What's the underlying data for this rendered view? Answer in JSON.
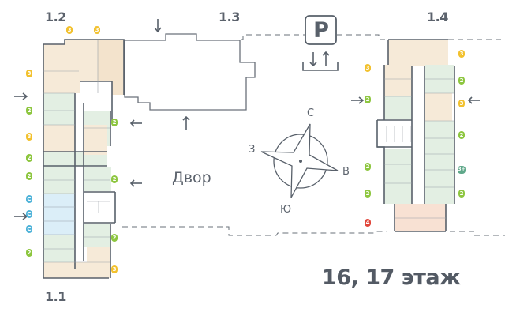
{
  "title": "16, 17 этаж",
  "yard_label": "Двор",
  "sections": {
    "s1_1": "1.1",
    "s1_2": "1.2",
    "s1_3": "1.3",
    "s1_4": "1.4"
  },
  "parking": {
    "letter": "P",
    "icon": "parking-icon",
    "entry_icon": "entry-exit-arrows-icon"
  },
  "compass": {
    "north": "С",
    "east": "В",
    "south": "Ю",
    "west": "З",
    "icon": "compass-rose-icon"
  },
  "colors": {
    "studio": "#4fb3d9",
    "two_room": "#8dc63f",
    "three_room": "#f2c12e",
    "three_plus": "#5fa88a",
    "four_room": "#e0453a",
    "wall": "#58606a",
    "room_beige": "#f6ead8",
    "room_green": "#e3efe3",
    "room_blue": "#dbeef8",
    "room_peach": "#f8e1d3"
  },
  "apartments_left": [
    {
      "rooms": "3",
      "type": "three_room"
    },
    {
      "rooms": "3",
      "type": "three_room"
    },
    {
      "rooms": "3",
      "type": "three_room"
    },
    {
      "rooms": "2",
      "type": "two_room"
    },
    {
      "rooms": "3",
      "type": "three_room"
    },
    {
      "rooms": "2",
      "type": "two_room"
    },
    {
      "rooms": "2",
      "type": "two_room"
    },
    {
      "rooms": "С",
      "type": "studio"
    },
    {
      "rooms": "С",
      "type": "studio"
    },
    {
      "rooms": "С",
      "type": "studio"
    },
    {
      "rooms": "2",
      "type": "two_room"
    },
    {
      "rooms": "2",
      "type": "two_room"
    },
    {
      "rooms": "2",
      "type": "two_room"
    },
    {
      "rooms": "2",
      "type": "two_room"
    },
    {
      "rooms": "3",
      "type": "three_room"
    }
  ],
  "apartments_right": [
    {
      "rooms": "3",
      "type": "three_room"
    },
    {
      "rooms": "3",
      "type": "three_room"
    },
    {
      "rooms": "2",
      "type": "two_room"
    },
    {
      "rooms": "2",
      "type": "two_room"
    },
    {
      "rooms": "3",
      "type": "three_room"
    },
    {
      "rooms": "2",
      "type": "two_room"
    },
    {
      "rooms": "2",
      "type": "two_room"
    },
    {
      "rooms": "3+",
      "type": "three_plus"
    },
    {
      "rooms": "2",
      "type": "two_room"
    },
    {
      "rooms": "2",
      "type": "two_room"
    },
    {
      "rooms": "4",
      "type": "four_room"
    }
  ]
}
